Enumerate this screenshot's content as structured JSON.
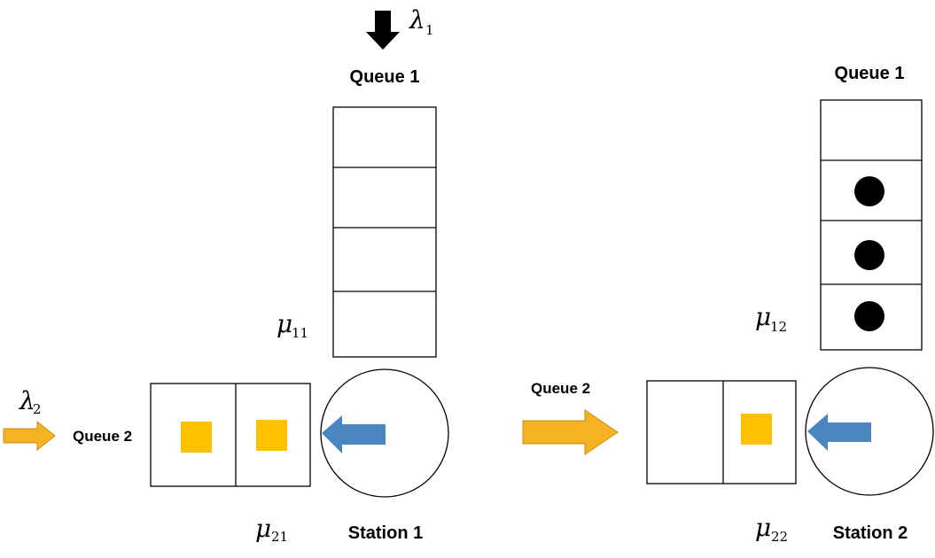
{
  "colors": {
    "background": "#ffffff",
    "stroke": "#000000",
    "job_type_2": "#FFC000",
    "arrival_arrow_2": "#F5B324",
    "service_arrow": "#4A86C1",
    "job_type_1": "#000000"
  },
  "icons": {
    "arrival_1": "arrow-down-icon",
    "arrival_2": "arrow-right-icon",
    "service": "arrow-left-icon",
    "job_type_1": "circle-icon",
    "job_type_2": "square-icon"
  },
  "arrivals": {
    "lambda_1": {
      "symbol": "λ",
      "subscript": "1"
    },
    "lambda_2": {
      "symbol": "λ",
      "subscript": "2"
    }
  },
  "station_1": {
    "label": "Station 1",
    "queue_1": {
      "label": "Queue 1",
      "slots": 4,
      "occupied_slots": []
    },
    "queue_2": {
      "label": "Queue 2",
      "slots": 2,
      "occupied_slots": [
        0,
        1
      ]
    },
    "mu_11": {
      "symbol": "μ",
      "subscript": "11"
    },
    "mu_21": {
      "symbol": "μ",
      "subscript": "21"
    }
  },
  "station_2": {
    "label": "Station 2",
    "queue_1": {
      "label": "Queue 1",
      "slots": 4,
      "occupied_slots": [
        1,
        2,
        3
      ]
    },
    "queue_2": {
      "label": "Queue 2",
      "slots": 2,
      "occupied_slots": [
        1
      ]
    },
    "mu_12": {
      "symbol": "μ",
      "subscript": "12"
    },
    "mu_22": {
      "symbol": "μ",
      "subscript": "22"
    }
  }
}
